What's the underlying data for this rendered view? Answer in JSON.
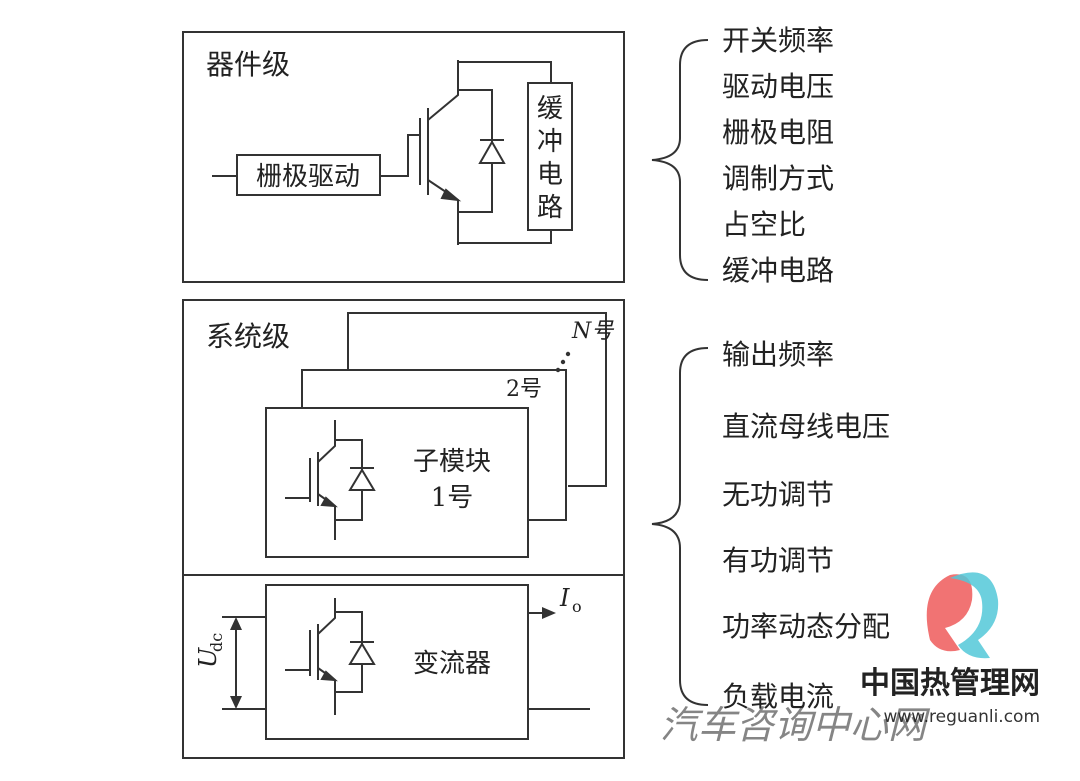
{
  "device_level": {
    "title": "器件级",
    "gate_drive_label": "栅极驱动",
    "snubber_label": [
      "缓",
      "冲",
      "电",
      "路"
    ],
    "factors": [
      "开关频率",
      "驱动电压",
      "栅极电阻",
      "调制方式",
      "占空比",
      "缓冲电路"
    ]
  },
  "system_level": {
    "title": "系统级",
    "submodule_label": [
      "子模块",
      "1号"
    ],
    "stack_labels": {
      "n": "N号",
      "two": "2号"
    },
    "converter_label": "变流器",
    "udc_label": {
      "main": "U",
      "sub": "dc"
    },
    "io_label": {
      "main": "I",
      "sub": "o"
    },
    "factors": [
      "输出频率",
      "直流母线电压",
      "无功调节",
      "有功调节",
      "功率动态分配",
      "负载电流"
    ]
  },
  "watermark": {
    "brand": "中国热管理网",
    "url": "www.reguanli.com",
    "overlay": "汽车咨询中心网"
  }
}
